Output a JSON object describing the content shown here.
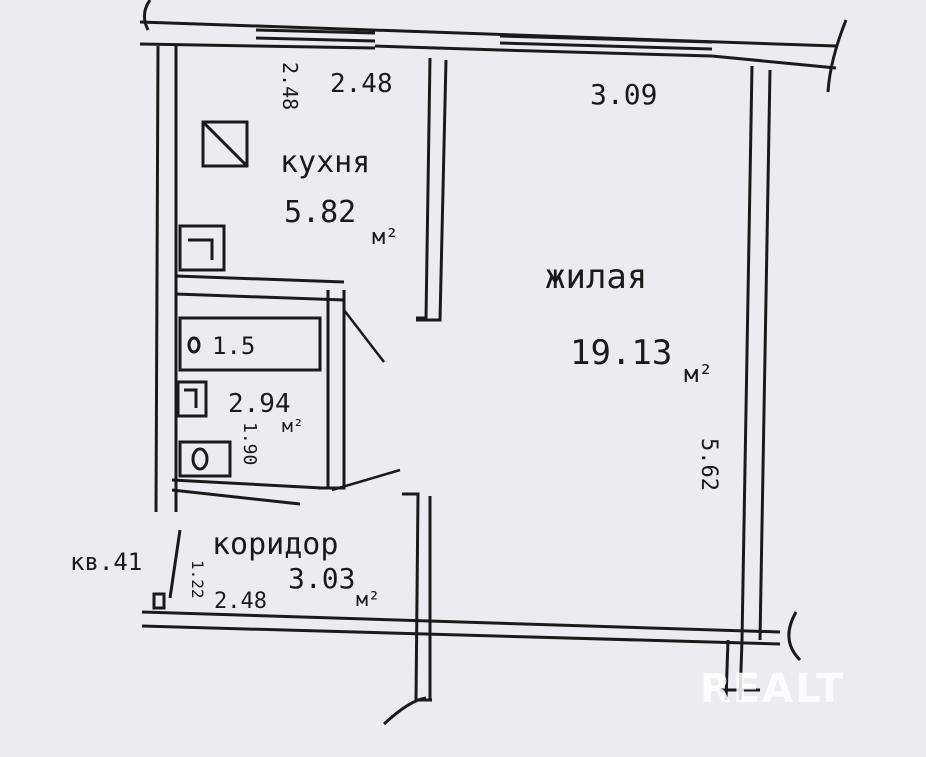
{
  "rooms": {
    "kitchen": {
      "name": "кухня",
      "area": "5.82",
      "unit": "м²",
      "dim_width": "2.48",
      "dim_depth": "2.48"
    },
    "living": {
      "name": "жилая",
      "area": "19.13",
      "unit": "м²",
      "dim_width": "3.09",
      "dim_depth": "5.62"
    },
    "bathroom": {
      "area": "2.94",
      "unit": "м²",
      "dim_depth": "1.90",
      "tub_length": "1.5"
    },
    "corridor": {
      "name": "коридор",
      "area": "3.03",
      "unit": "м²",
      "dim_width": "2.48",
      "dim_depth": "1.22"
    }
  },
  "apartment_label": "кв.41",
  "watermark": "REALT",
  "colors": {
    "background": "#ecebef",
    "ink": "#1a1a1a",
    "watermark": "#ffffff"
  }
}
